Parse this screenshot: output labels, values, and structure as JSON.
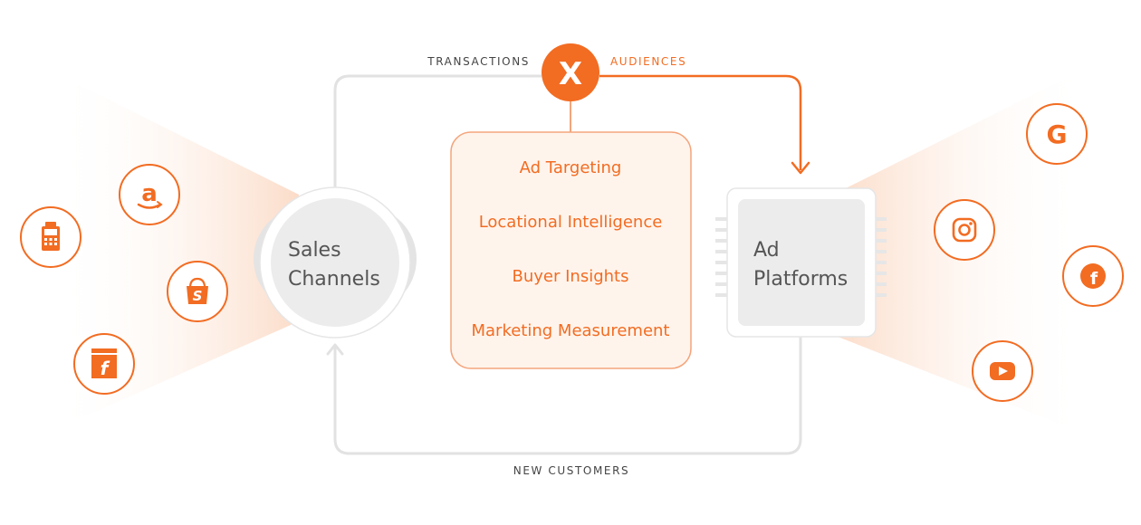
{
  "colors": {
    "accent": "#f26c22",
    "feature_bg": "#fff4ec",
    "node_fill": "#ececec",
    "line": "#e2e2e2",
    "label_gray": "#444444",
    "node_text": "#555555"
  },
  "labels": {
    "transactions": "TRANSACTIONS",
    "audiences": "AUDIENCES",
    "new_customers": "NEW CUSTOMERS"
  },
  "hub": {
    "symbol": "X"
  },
  "features": {
    "items": [
      "Ad Targeting",
      "Locational Intelligence",
      "Buyer Insights",
      "Marketing Measurement"
    ]
  },
  "sales_channels": {
    "line1": "Sales",
    "line2": "Channels"
  },
  "ad_platforms": {
    "line1": "Ad",
    "line2": "Platforms"
  },
  "left_icons": [
    "pos-terminal-icon",
    "amazon-icon",
    "shopify-icon",
    "storefront-icon"
  ],
  "right_icons": [
    "google-icon",
    "instagram-icon",
    "facebook-icon",
    "youtube-icon"
  ]
}
